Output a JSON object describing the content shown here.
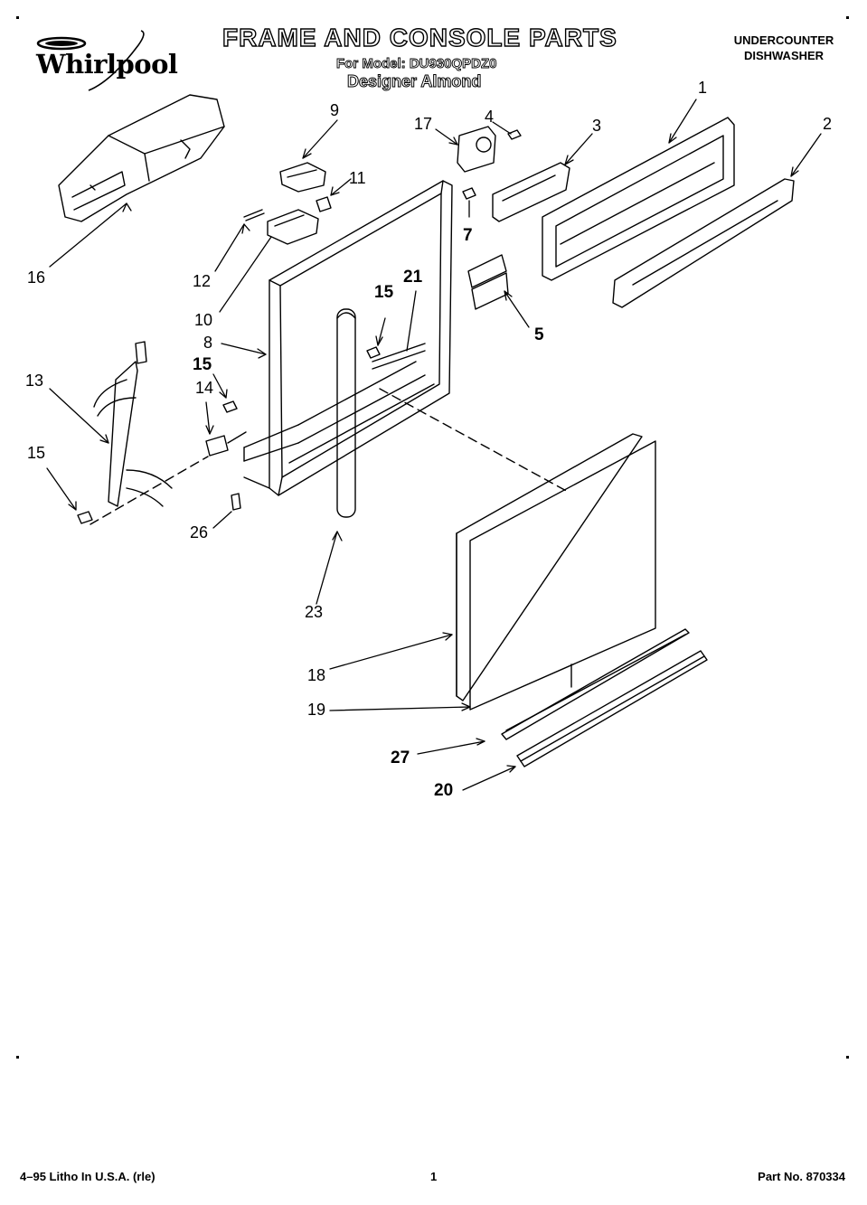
{
  "brand": {
    "name": "Whirlpool"
  },
  "header": {
    "title": "FRAME AND CONSOLE PARTS",
    "model_line": "For Model: DU930QPDZ0",
    "finish": "Designer Almond",
    "product_line1": "UNDERCOUNTER",
    "product_line2": "DISHWASHER"
  },
  "callouts": {
    "c1": "1",
    "c2": "2",
    "c3": "3",
    "c4": "4",
    "c5": "5",
    "c7": "7",
    "c8": "8",
    "c9": "9",
    "c10": "10",
    "c11": "11",
    "c12": "12",
    "c13": "13",
    "c14": "14",
    "c15a": "15",
    "c15b": "15",
    "c15c": "15",
    "c16": "16",
    "c17": "17",
    "c18": "18",
    "c19": "19",
    "c20": "20",
    "c21": "21",
    "c23": "23",
    "c26": "26",
    "c27": "27"
  },
  "footer": {
    "litho": "4–95 Litho In U.S.A. (rle)",
    "page_number": "1",
    "part_number": "Part No. 870334"
  }
}
